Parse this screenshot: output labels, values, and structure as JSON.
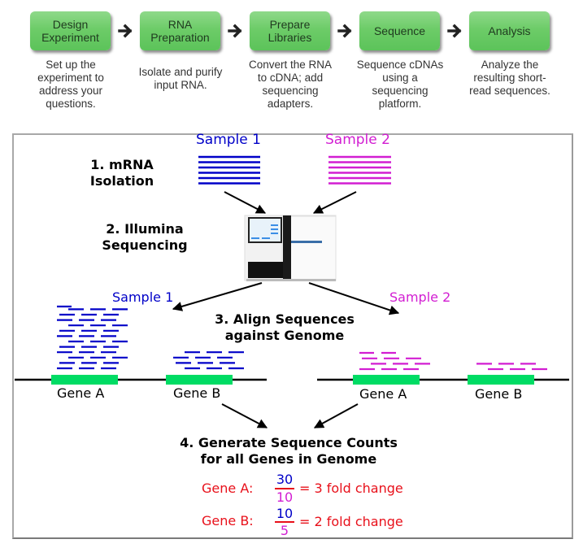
{
  "workflow": {
    "steps": [
      {
        "title_lines": [
          "Design",
          "Experiment"
        ],
        "description_lines": [
          "Set up the",
          "experiment to",
          "address your",
          "questions."
        ]
      },
      {
        "title_lines": [
          "RNA",
          "Preparation"
        ],
        "description_lines": [
          "Isolate and purify",
          "input RNA."
        ]
      },
      {
        "title_lines": [
          "Prepare",
          "Libraries"
        ],
        "description_lines": [
          "Convert the RNA",
          "to cDNA; add",
          "sequencing",
          "adapters."
        ]
      },
      {
        "title_lines": [
          "Sequence"
        ],
        "description_lines": [
          "Sequence cDNAs",
          "using a",
          "sequencing",
          "platform."
        ]
      },
      {
        "title_lines": [
          "Analysis"
        ],
        "description_lines": [
          "Analyze the",
          "resulting short-",
          "read sequences."
        ]
      }
    ],
    "arrow_icon": "right-arrow-icon"
  },
  "diagram": {
    "colors": {
      "sample1": "#0000c8",
      "sample2": "#d21ed2",
      "gene": "#00dc64",
      "result": "#e8101a"
    },
    "sample1_label": "Sample 1",
    "sample2_label": "Sample 2",
    "step1": {
      "line1": "1. mRNA",
      "line2": "Isolation"
    },
    "step2": {
      "line1": "2. Illumina",
      "line2": "Sequencing"
    },
    "step3": {
      "line1": "3. Align Sequences",
      "line2": "against Genome"
    },
    "step4": {
      "line1": "4. Generate Sequence Counts",
      "line2": "for all Genes in Genome"
    },
    "sequencer_icon": "illumina-sequencer-image",
    "genes": {
      "gene_a": "Gene A",
      "gene_b": "Gene B"
    },
    "results": [
      {
        "label": "Gene A:",
        "numerator": "30",
        "denominator": "10",
        "text": "= 3 fold change"
      },
      {
        "label": "Gene B:",
        "numerator": "10",
        "denominator": "5",
        "text": "= 2 fold change"
      }
    ]
  }
}
